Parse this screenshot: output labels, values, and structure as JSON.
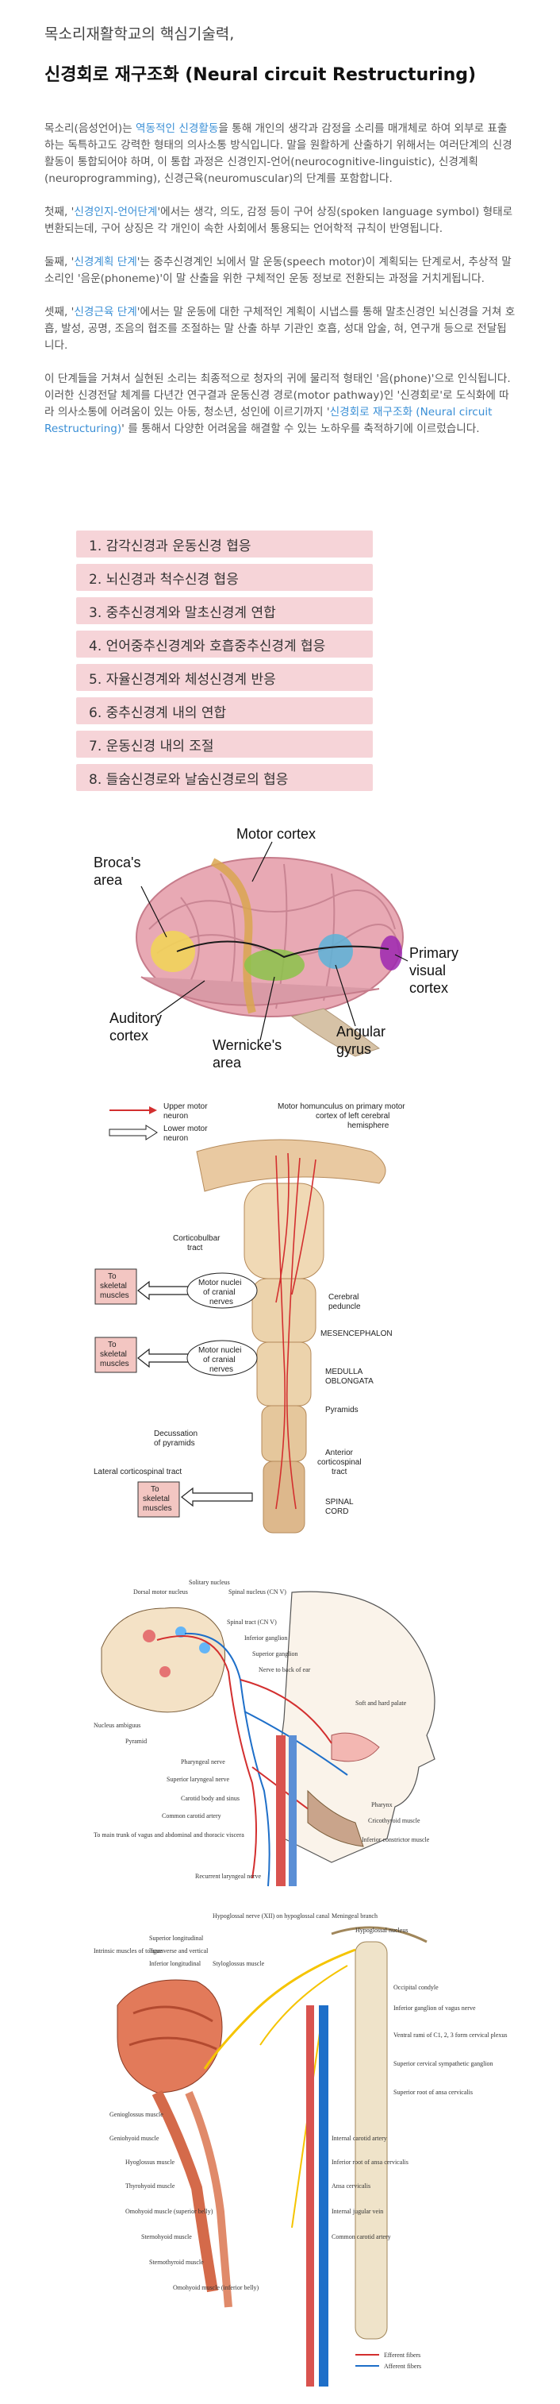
{
  "header": {
    "eyebrow": "목소리재활학교의 핵심기술력,",
    "title": "신경회로 재구조화 (Neural circuit Restructuring)"
  },
  "intro": {
    "p1_a": "목소리(음성언어)는 ",
    "p1_hl": "역동적인 신경활동",
    "p1_b": "을 통해 개인의 생각과 감정을 소리를 매개체로 하여 외부로 표출하는 독특하고도 강력한 형태의 의사소통 방식입니다. 말을 원활하게 산출하기 위해서는 여러단계의 신경 활동이 통합되어야 하며, 이 통합 과정은 신경인지-언어(neurocognitive-linguistic), 신경계획(neuroprogramming), 신경근육(neuromuscular)의 단계를 포함합니다.",
    "p2_a": "첫째, '",
    "p2_hl": "신경인지-언어단계",
    "p2_b": "'에서는 생각, 의도, 감정 등이 구어 상징(spoken language symbol) 형태로 변환되는데, 구어 상징은 각 개인이 속한 사회에서 통용되는 언어학적 규칙이 반영됩니다.",
    "p3_a": "둘째, '",
    "p3_hl": "신경계획 단계",
    "p3_b": "'는 중추신경계인 뇌에서 말 운동(speech motor)이 계획되는 단계로서, 추상적 말소리인 '음운(phoneme)'이 말 산출을 위한 구체적인 운동 정보로 전환되는 과정을 거치게됩니다.",
    "p4_a": "셋째, '",
    "p4_hl": "신경근육 단계",
    "p4_b": "'에서는 말 운동에 대한 구체적인 계획이 시냅스를 통해 말초신경인 뇌신경을 거쳐 호흡, 발성, 공명, 조음의 협조를 조절하는 말 산출 하부 기관인 호흡, 성대 압술, 혀, 연구개 등으로 전달됩니다.",
    "p5_a": "이 단계들을 거쳐서 실현된 소리는 최종적으로 청자의 귀에 물리적 형태인 '음(phone)'으로 인식됩니다. 이러한 신경전달 체계를 다년간 연구결과 운동신경 경로(motor pathway)인 '신경회로'로 도식화에 따라 의사소통에 어려움이 있는 아동, 청소년, 성인에 이르기까지 '",
    "p5_hl": "신경회로 재구조화 (Neural circuit Restructuring)",
    "p5_b": "' 를 통해서 다양한 어려움을 해결할 수 있는 노하우를 축적하기에 이르렀습니다."
  },
  "steps": [
    "1. 감각신경과 운동신경 협응",
    "2. 뇌신경과 척수신경 협응",
    "3. 중추신경계와 말초신경계 연합",
    "4. 언어중추신경계와 호흡중추신경계 협응",
    "5. 자율신경계와 체성신경계 반응",
    "6. 중추신경계 내의 연합",
    "7. 운동신경 내의 조절",
    "8. 들숨신경로와 날숨신경로의 협응"
  ],
  "fig1": {
    "motor_cortex": "Motor cortex",
    "broca_1": "Broca's",
    "broca_2": "area",
    "primary_1": "Primary",
    "primary_2": "visual",
    "primary_3": "cortex",
    "auditory_1": "Auditory",
    "auditory_2": "cortex",
    "wernicke_1": "Wernicke's",
    "wernicke_2": "area",
    "angular_1": "Angular",
    "angular_2": "gyrus"
  },
  "fig2": {
    "legend_upper_1": "Upper motor",
    "legend_upper_2": "neuron",
    "legend_lower_1": "Lower motor",
    "legend_lower_2": "neuron",
    "homunculus_1": "Motor homunculus on primary motor",
    "homunculus_2": "cortex of left cerebral",
    "homunculus_3": "hemisphere",
    "corticobulbar_1": "Corticobulbar",
    "corticobulbar_2": "tract",
    "to_skeletal_1": "To",
    "to_skeletal_2": "skeletal",
    "to_skeletal_3": "muscles",
    "motor_nuclei_1": "Motor nuclei",
    "motor_nuclei_2": "of cranial",
    "motor_nuclei_3": "nerves",
    "cerebral_1": "Cerebral",
    "cerebral_2": "peduncle",
    "mesencephalon": "MESENCEPHALON",
    "medulla_1": "MEDULLA",
    "medulla_2": "OBLONGATA",
    "pyramids": "Pyramids",
    "decussation_1": "Decussation",
    "decussation_2": "of pyramids",
    "anterior_1": "Anterior",
    "anterior_2": "corticospinal",
    "anterior_3": "tract",
    "lateral": "Lateral corticospinal tract",
    "spinal_1": "SPINAL",
    "spinal_2": "CORD"
  },
  "fig3": {
    "solitary": "Solitary nucleus",
    "dorsal_motor": "Dorsal motor nucleus",
    "spinal_nucleus": "Spinal nucleus (CN V)",
    "spinal_tract": "Spinal tract (CN V)",
    "inferior_ganglion": "Inferior ganglion",
    "superior_ganglion": "Superior ganglion",
    "nerve_ear": "Nerve to back of ear",
    "nucleus_ambiguus": "Nucleus ambiguus",
    "pyramid": "Pyramid",
    "soft_palate": "Soft and hard palate",
    "pharyngeal_nerve": "Pharyngeal nerve",
    "superior_laryngeal": "Superior laryngeal nerve",
    "carotid_body": "Carotid body and sinus",
    "common_carotid": "Common carotid artery",
    "pharynx": "Pharynx",
    "cricothyroid": "Cricothyroid muscle",
    "inferior_constrictor": "Inferior constrictor muscle",
    "main_trunk": "To main trunk of vagus and abdominal and thoracic viscera",
    "recurrent": "Recurrent laryngeal nerve"
  },
  "fig4": {
    "hypoglossal": "Hypoglossal nerve (XII) on hypoglossal canal",
    "meningeal": "Meningeal branch",
    "hypoglossal_nucleus": "Hypoglossal nucleus",
    "superior_longitudinal": "Superior longitudinal",
    "transverse": "Transverse and vertical",
    "inferior_longitudinal": "Inferior longitudinal",
    "intrinsic": "Intrinsic muscles of tongue",
    "styloglossus": "Styloglossus muscle",
    "occipital": "Occipital condyle",
    "inferior_vagus": "Inferior ganglion of vagus nerve",
    "ventral_rami": "Ventral rami of C1, 2, 3 form cervical plexus",
    "superior_cervical": "Superior cervical sympathetic ganglion",
    "superior_root": "Superior root of ansa cervicalis",
    "genioglossus": "Genioglossus muscle",
    "geniohyoid": "Geniohyoid muscle",
    "internal_carotid": "Internal carotid artery",
    "hyoglossus": "Hyoglossus muscle",
    "inferior_root": "Inferior root of ansa cervicalis",
    "thyrohyoid": "Thyrohyoid muscle",
    "ansa": "Ansa cervicalis",
    "omohyoid": "Omohyoid muscle (superior belly)",
    "internal_jugular": "Internal jugular vein",
    "sternohyoid": "Sternohyoid muscle",
    "common_carotid": "Common carotid artery",
    "sternothyroid": "Sternothyroid muscle",
    "omohyoid_inf": "Omohyoid muscle (inferior belly)",
    "efferent": "Efferent fibers",
    "afferent": "Afferent fibers"
  },
  "colors": {
    "highlight": "#3a8fd6",
    "step_bg": "#f6d4d8",
    "efferent": "#d32f2f",
    "afferent": "#1e6fc9"
  }
}
